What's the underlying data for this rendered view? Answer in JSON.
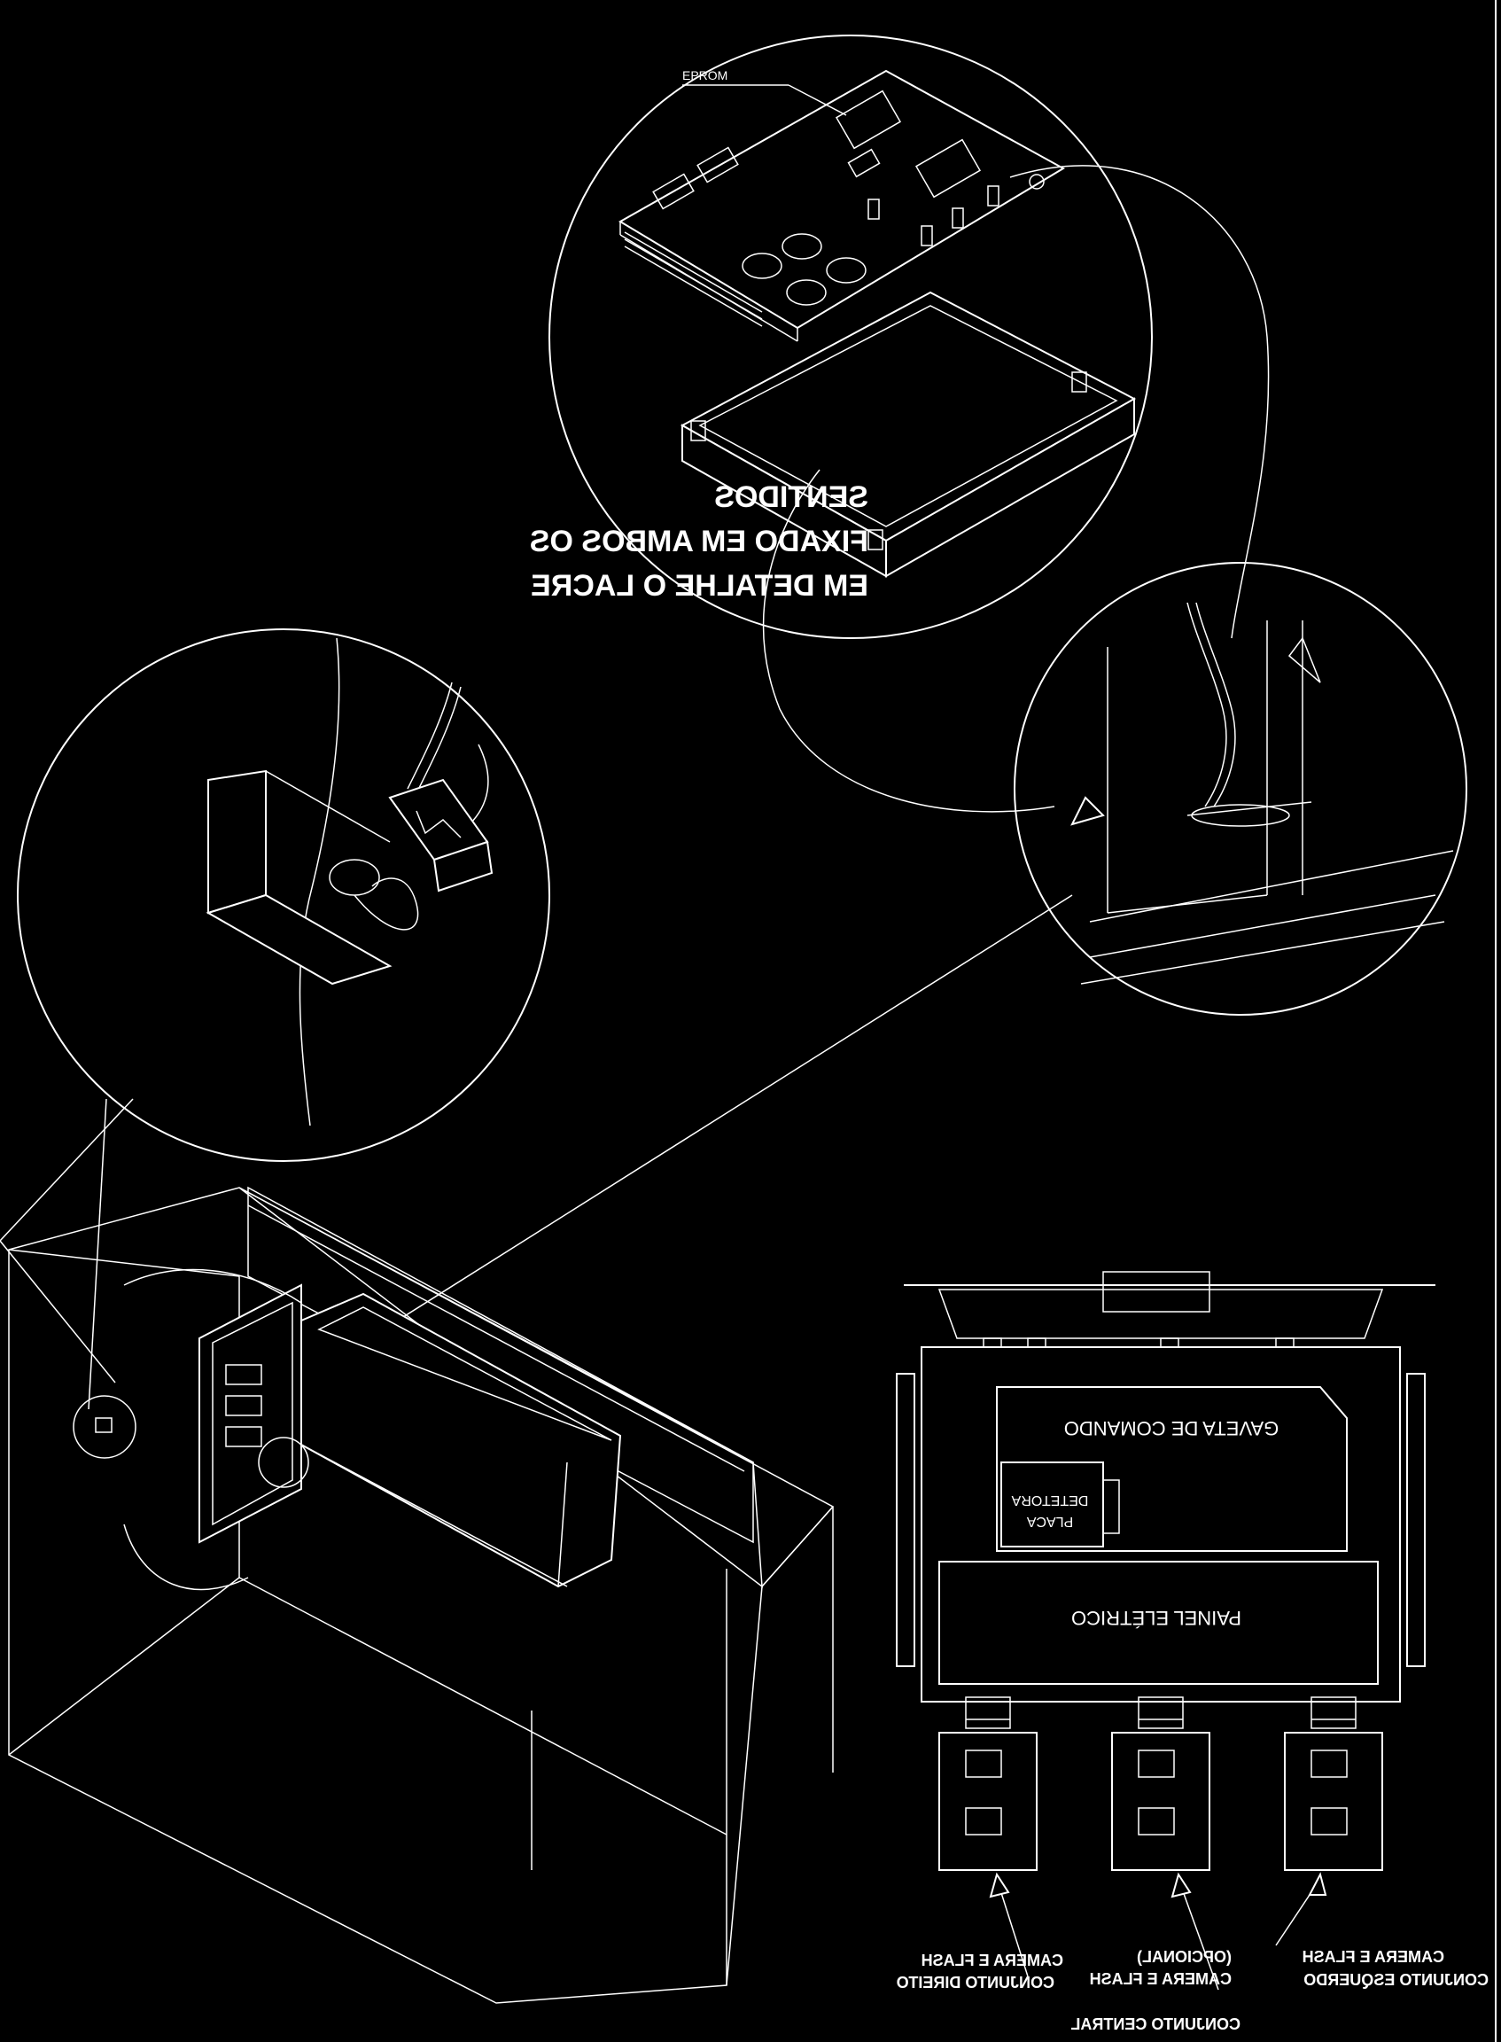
{
  "theme": {
    "background": "#000000",
    "stroke": "#ffffff"
  },
  "note": {
    "line1": "SENTIDOS",
    "line2": "FIXADO EM AMBOS OS",
    "line3": "EM DETALHE O LACRE"
  },
  "labels": {
    "eprom": "EPROM",
    "gaveta": "GAVETA DE COMANDO",
    "placa_line1": "DETETORA",
    "placa_line2": "PLACA",
    "painel": "PAINEL ELÉTRICO"
  },
  "conjuntos": [
    {
      "line1": "CAMERA E FLASH",
      "line2": "CONJUNTO DIREITO"
    },
    {
      "line1": "(OPCIONAL)",
      "line2": "CAMERA E FLASH",
      "line3": "CONJUNTO CENTRAL"
    },
    {
      "line1": "CAMERA E FLASH",
      "line2": "CONJUNTO ESQUERDO"
    }
  ]
}
